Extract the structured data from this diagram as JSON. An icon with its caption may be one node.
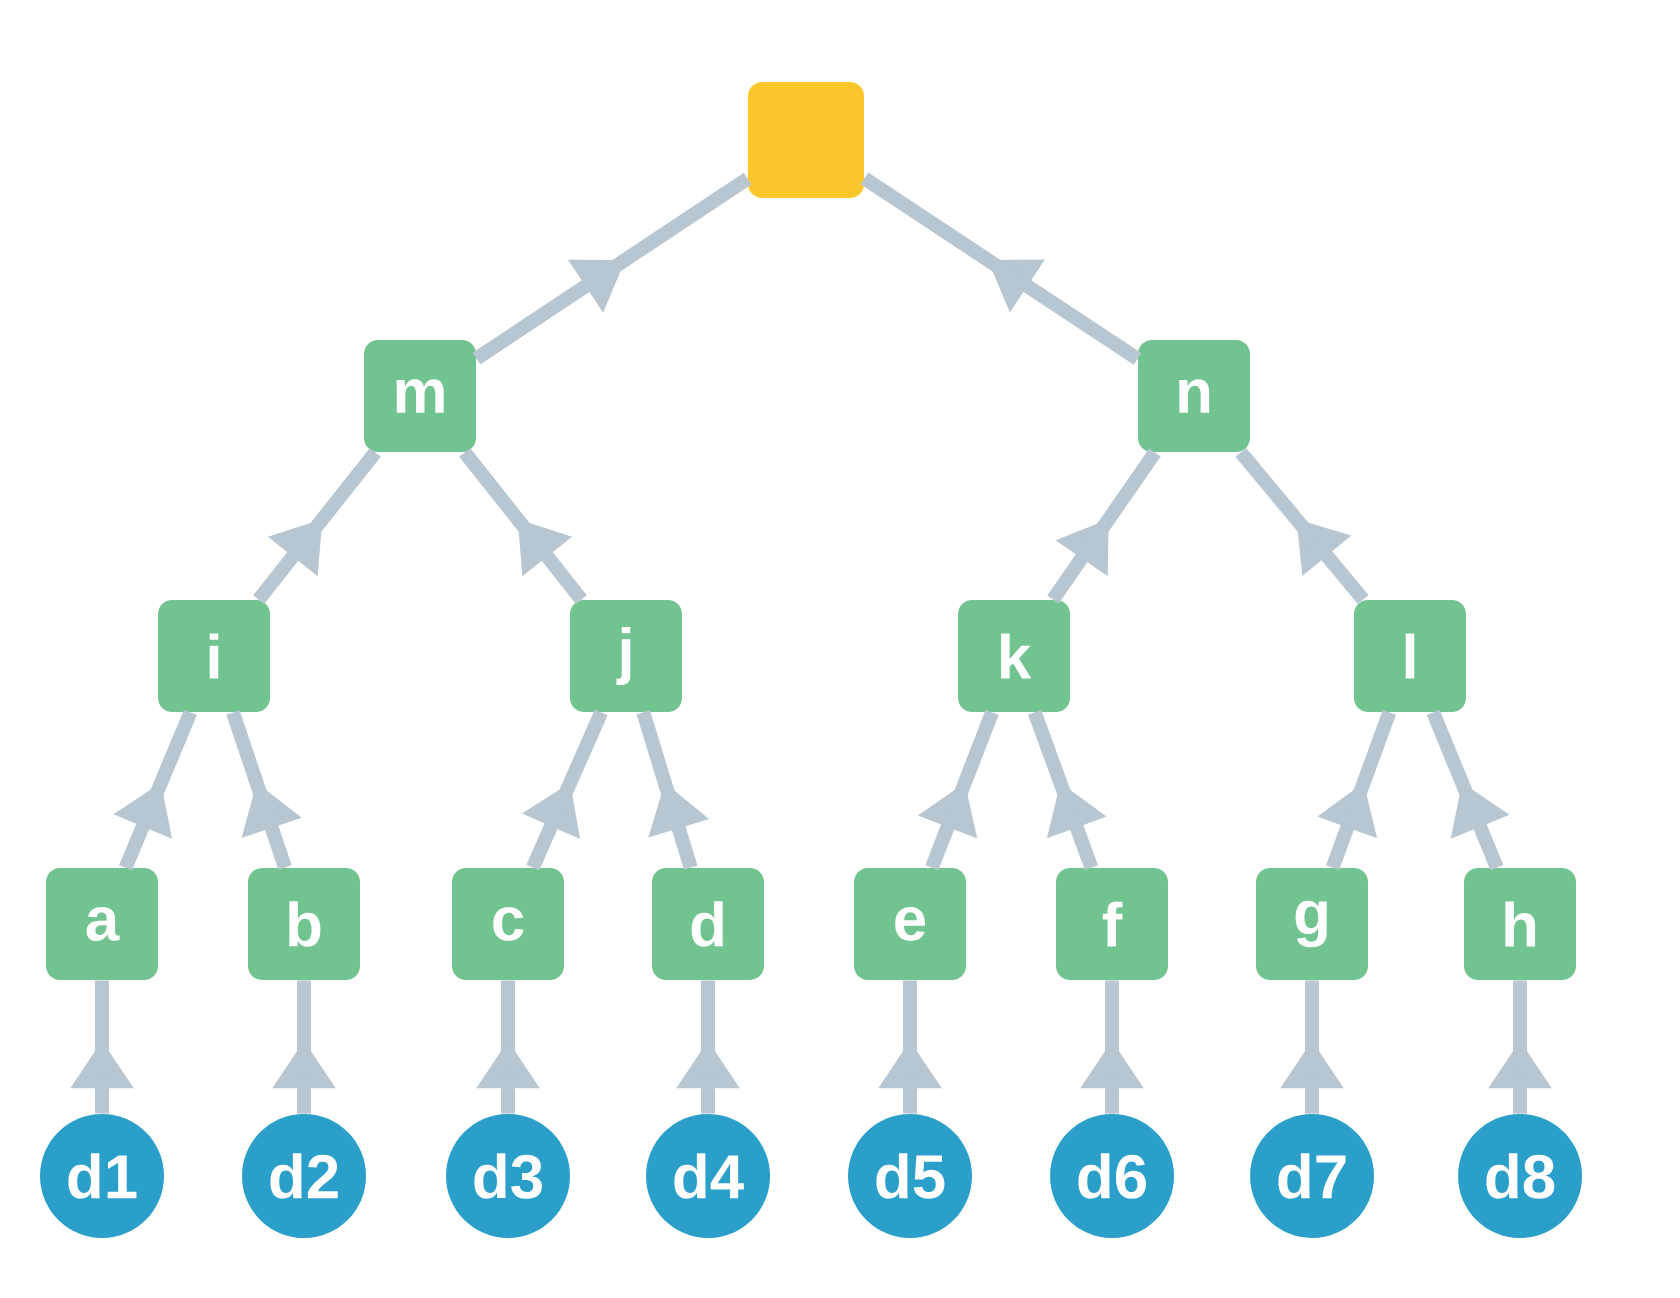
{
  "diagram": {
    "nodes": [
      {
        "text": [],
        "shape": "box"
      },
      {
        "text": [
          "m"
        ]
      },
      {
        "text": [
          "n"
        ]
      },
      {
        "text": [
          "i"
        ]
      },
      {
        "text": [
          "j"
        ]
      },
      {
        "text": [
          "k"
        ]
      },
      {
        "text": [
          "l"
        ]
      },
      {
        "text": [
          "a"
        ]
      },
      {
        "text": [
          "b"
        ]
      },
      {
        "text": [
          "c"
        ]
      },
      {
        "text": [
          "d"
        ]
      },
      {
        "text": [
          "e"
        ]
      },
      {
        "text": [
          "f"
        ]
      },
      {
        "text": [
          "g"
        ]
      },
      {
        "text": [
          "h"
        ]
      },
      {
        "text": [
          "d1"
        ]
      },
      {
        "text": [
          "d2"
        ]
      },
      {
        "text": [
          "d3"
        ]
      },
      {
        "text": [
          "d4"
        ]
      },
      {
        "text": [
          "d5"
        ]
      },
      {
        "text": [
          "d6"
        ]
      },
      {
        "text": [
          "d7"
        ]
      },
      {
        "text": [
          "d8"
        ]
      }
    ],
    "edges": [
      {
        "from": 1,
        "to": 0,
        "arrow": "to"
      },
      {
        "from": 2,
        "to": 0,
        "arrow": "to"
      },
      {
        "from": 3,
        "to": 1,
        "arrow": "to"
      },
      {
        "from": 4,
        "to": 1,
        "arrow": "to"
      },
      {
        "from": 5,
        "to": 2,
        "arrow": "to"
      },
      {
        "from": 6,
        "to": 2,
        "arrow": "to"
      },
      {
        "from": 7,
        "to": 3,
        "arrow": "to"
      },
      {
        "from": 8,
        "to": 3,
        "arrow": "to"
      },
      {
        "from": 9,
        "to": 4,
        "arrow": "to"
      },
      {
        "from": 10,
        "to": 4,
        "arrow": "to"
      },
      {
        "from": 11,
        "to": 5,
        "arrow": "to"
      },
      {
        "from": 12,
        "to": 5,
        "arrow": "to"
      },
      {
        "from": 13,
        "to": 6,
        "arrow": "to"
      },
      {
        "from": 14,
        "to": 6,
        "arrow": "to"
      },
      {
        "from": 15,
        "to": 7,
        "arrow": "to"
      },
      {
        "from": 16,
        "to": 8,
        "arrow": "to"
      },
      {
        "from": 17,
        "to": 9,
        "arrow": "to"
      },
      {
        "from": 18,
        "to": 10,
        "arrow": "to"
      },
      {
        "from": 19,
        "to": 11,
        "arrow": "to"
      },
      {
        "from": 20,
        "to": 12,
        "arrow": "to"
      },
      {
        "from": 21,
        "to": 13,
        "arrow": "to"
      },
      {
        "from": 22,
        "to": 14,
        "arrow": "to"
      }
    ]
  }
}
